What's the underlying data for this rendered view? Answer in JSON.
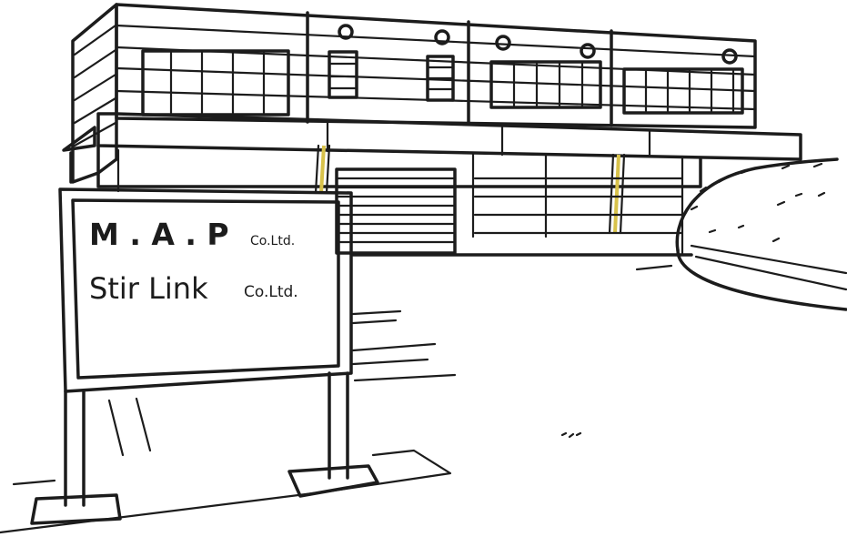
{
  "sign": {
    "line1_main": "M . A . P",
    "line1_suffix": "Co.Ltd.",
    "line2_main": "Stir Link",
    "line2_suffix": "Co.Ltd."
  },
  "colors": {
    "ink": "#1c1c1c",
    "paper": "#ffffff",
    "accent_pillar": "#d8c24a"
  }
}
